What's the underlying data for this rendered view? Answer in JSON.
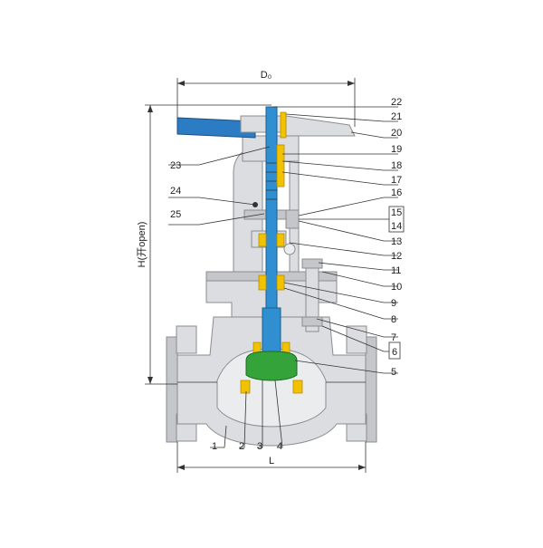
{
  "dimensions": {
    "top": "D₀",
    "side": "H(开open)",
    "bottom": "L"
  },
  "part_numbers": [
    "1",
    "2",
    "3",
    "4",
    "5",
    "6",
    "7",
    "8",
    "9",
    "10",
    "11",
    "12",
    "13",
    "14",
    "15",
    "16",
    "17",
    "18",
    "19",
    "20",
    "21",
    "22",
    "23",
    "24",
    "25"
  ],
  "colors": {
    "body": "#dcdde0",
    "stem": "#2f8fd0",
    "disc": "#33a33a",
    "packing": "#f2c200",
    "handwheel": "#2c7cc4"
  }
}
